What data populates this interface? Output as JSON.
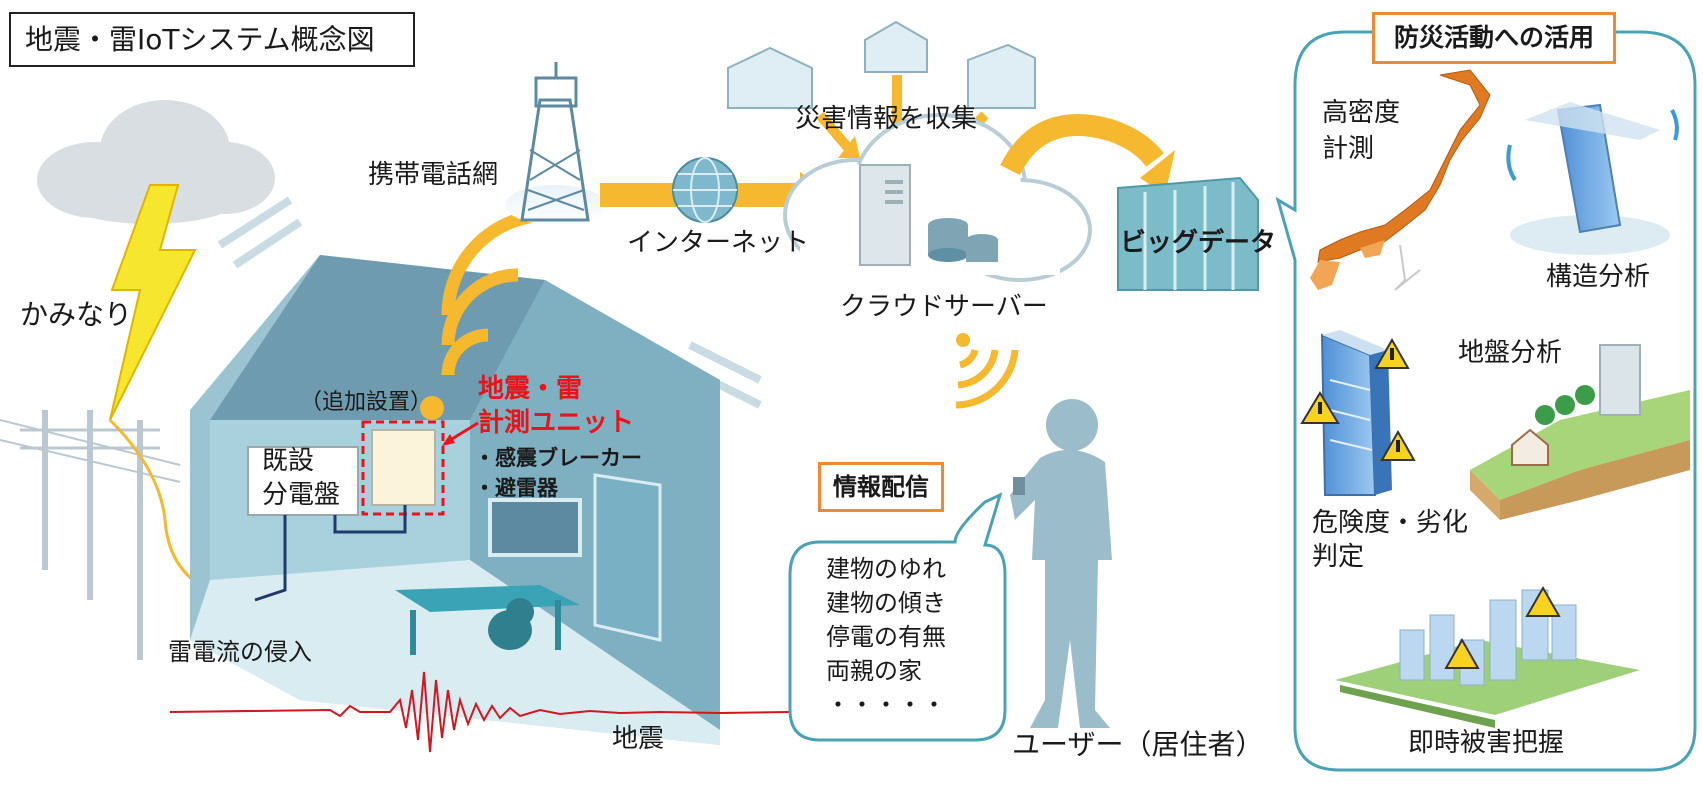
{
  "title": "地震・雷IoTシステム概念図",
  "labels": {
    "lightning": "かみなり",
    "mobile_network": "携帯電話網",
    "internet": "インターネット",
    "disaster_info": "災害情報を収集",
    "cloud_server": "クラウドサーバー",
    "big_data": "ビッグデータ",
    "additional_install": "（追加設置）",
    "unit_line1": "地震・雷",
    "unit_line2": "計測ユニット",
    "features": [
      "・感震ブレーカー",
      "・避雷器"
    ],
    "existing_panel_line1": "既設",
    "existing_panel_line2": "分電盤",
    "lightning_current": "雷電流の侵入",
    "earthquake": "地震",
    "info_delivery": "情報配信",
    "user": "ユーザー（居住者）",
    "bubble_items": [
      "建物のゆれ",
      "建物の傾き",
      "停電の有無",
      "両親の家",
      "・・・・・"
    ]
  },
  "panel": {
    "title": "防災活動への活用",
    "high_density_line1": "高密度",
    "high_density_line2": "計測",
    "structure_analysis": "構造分析",
    "ground_analysis": "地盤分析",
    "risk_line1": "危険度・劣化",
    "risk_line2": "判定",
    "damage_grasp": "即時被害把握"
  },
  "colors": {
    "accent_orange": "#f08a30",
    "arrow_yellow": "#f5b82e",
    "alert_red": "#e8141b",
    "house_blue": "#8fb8c8",
    "panel_border": "#4aa3b5"
  }
}
